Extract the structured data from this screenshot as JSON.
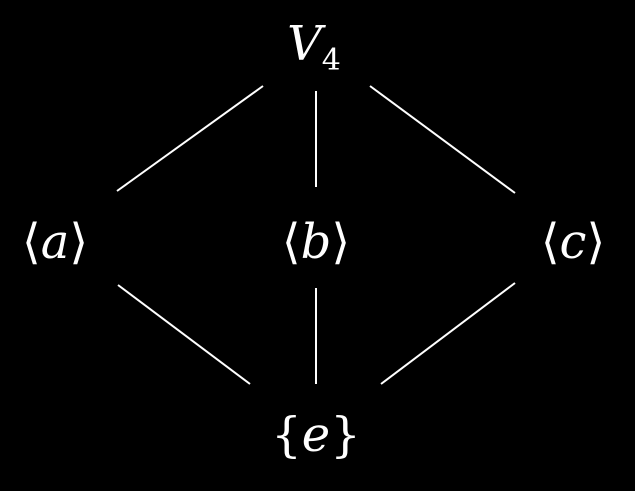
{
  "nodes": {
    "top": {
      "main": "V",
      "sub": "4"
    },
    "left": {
      "open": "⟨",
      "var": "a",
      "close": "⟩"
    },
    "middle": {
      "open": "⟨",
      "var": "b",
      "close": "⟩"
    },
    "right": {
      "open": "⟨",
      "var": "c",
      "close": "⟩"
    },
    "bottom": {
      "open": "{",
      "var": "e",
      "close": "}"
    }
  },
  "colors": {
    "background": "#000000",
    "foreground": "#ffffff"
  }
}
